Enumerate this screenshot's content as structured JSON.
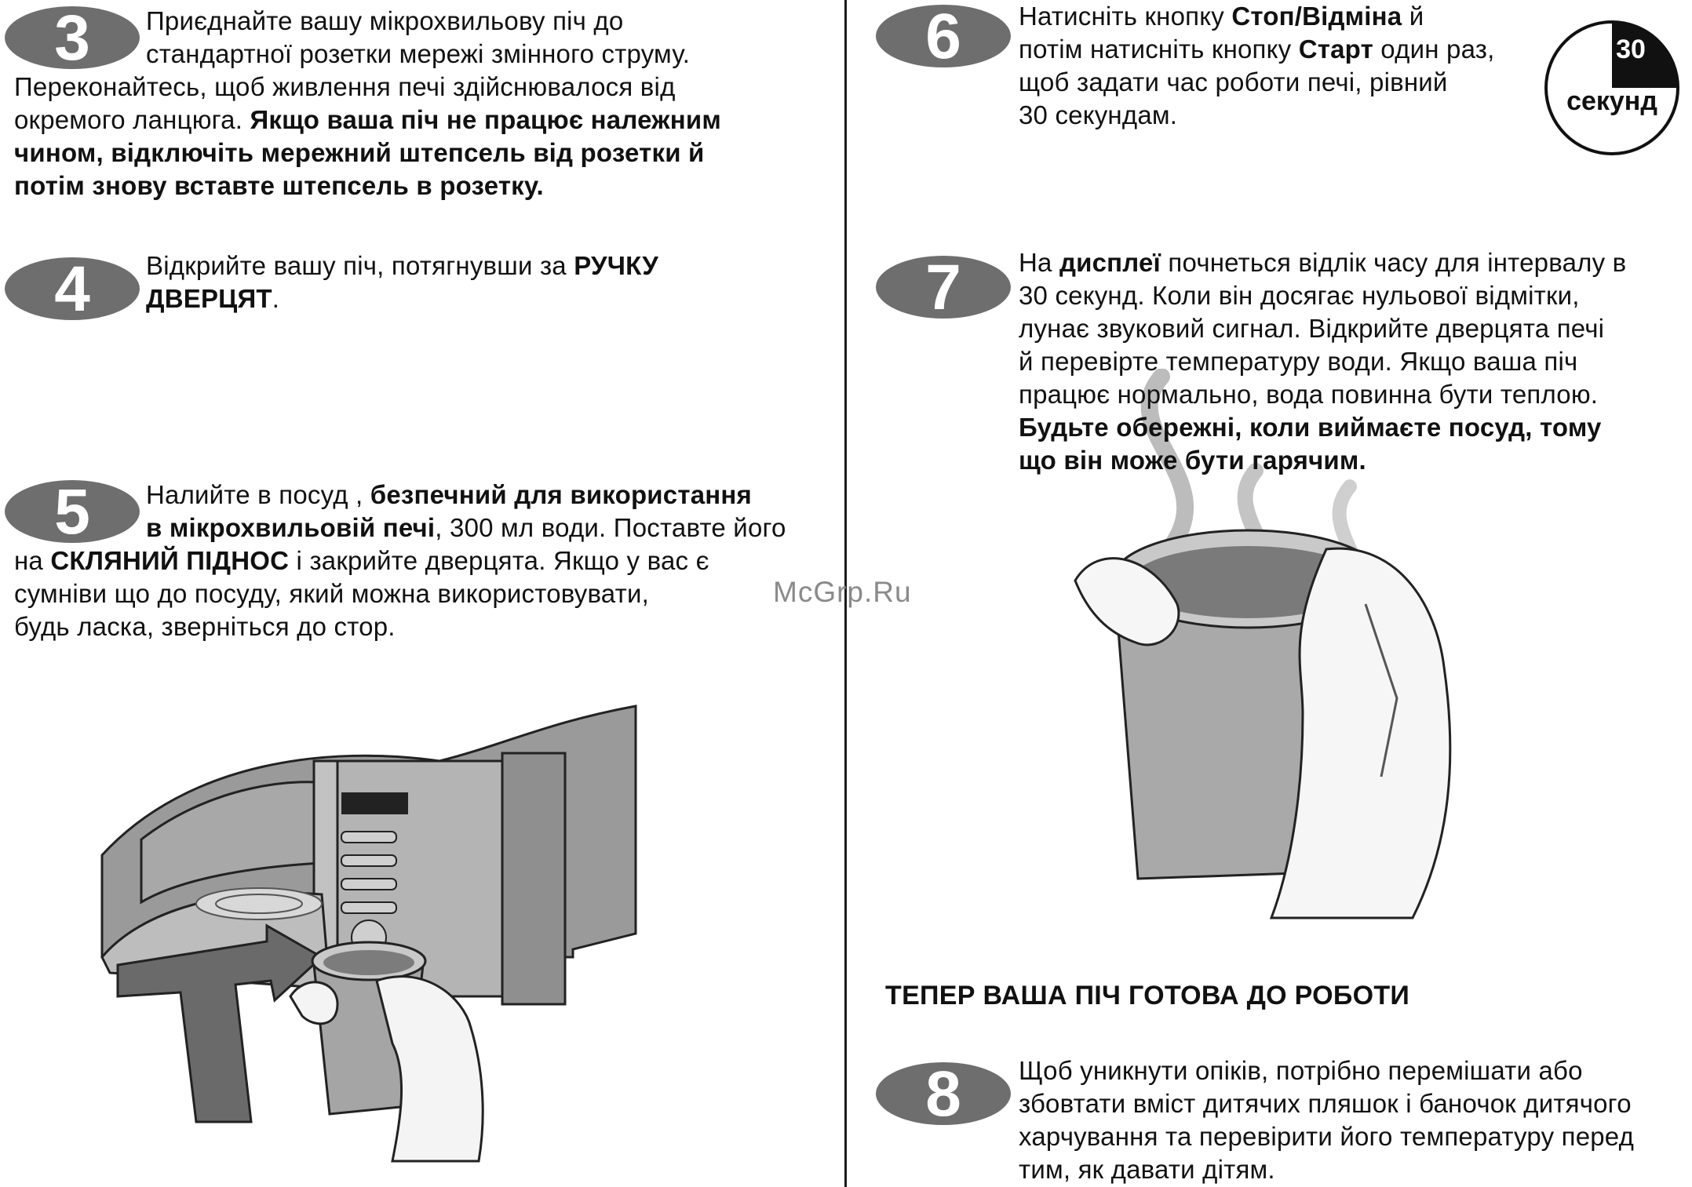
{
  "watermark": "McGrp.Ru",
  "timer_badge": {
    "number": "30",
    "unit": "секунд"
  },
  "steps": {
    "s3": {
      "number": "3",
      "line1": "Приєднайте вашу мікрохвильову піч до",
      "line2": "стандартної розетки мережі змінного струму.",
      "line3": "Переконайтесь, щоб живлення печі здійснювалося від",
      "line4_normal": "окремого ланцюга. ",
      "line4_bold": "Якщо ваша піч не працює належним",
      "line5_bold": "чином, відключіть мережний штепсель від розетки й",
      "line6_bold": "потім знову вставте штепсель в розетку."
    },
    "s4": {
      "number": "4",
      "line1_normal": "Відкрийте вашу піч, потягнувши за ",
      "line1_bold": "РУЧКУ",
      "line2_bold": "ДВЕРЦЯТ",
      "line2_tail": "."
    },
    "s5": {
      "number": "5",
      "line1_normal": "Налийте в посуд , ",
      "line1_bold": "безпечний  для використання",
      "line2_bold": "в мікрохвильовій печі",
      "line2_normal": ", 300 мл води. Поставте його",
      "line3_normal_a": "на ",
      "line3_bold": "СКЛЯНИЙ ПІДНОС",
      "line3_normal_b": "  і закрийте дверцята. Якщо у вас є",
      "line4": "сумніви що до посуду, який можна використовувати,",
      "line5": "будь ласка, зверніться до стор."
    },
    "s6": {
      "number": "6",
      "line1_normal": "Натисніть кнопку ",
      "line1_bold": "Стоп/Відміна",
      "line1_tail": " й",
      "line2_normal": "потім натисніть кнопку ",
      "line2_bold": "Старт",
      "line2_tail": " один раз,",
      "line3": "щоб задати час роботи печі, рівний",
      "line4": "30 секундам."
    },
    "s7": {
      "number": "7",
      "line1_normal_a": "На ",
      "line1_bold": "дисплеї",
      "line1_normal_b": " почнеться відлік часу для інтервалу в",
      "line2": "30 секунд. Коли він досягає нульової  відмітки,",
      "line3": "лунає звуковий сигнал.  Відкрийте дверцята печі",
      "line4": "й перевірте температуру води. Якщо ваша піч",
      "line5": "працює нормально, вода повинна бути теплою.",
      "line6_bold": "Будьте обережні, коли виймаєте посуд, тому",
      "line7_bold": "що він може бути гарячим."
    },
    "ready_heading": "ТЕПЕР ВАША ПІЧ ГОТОВА ДО РОБОТИ",
    "s8": {
      "number": "8",
      "line1": "Щоб уникнути опіків, потрібно перемішати або",
      "line2": "збовтати вміст дитячих пляшок і баночок дитячого",
      "line3": "харчування та перевірити його температуру перед",
      "line4": "тим, як давати дітям."
    }
  },
  "colors": {
    "badge_fill": "#6e6e6e",
    "badge_text": "#ffffff",
    "ink": "#111111",
    "illus_gray": "#9a9a9a",
    "illus_dark": "#555555"
  }
}
